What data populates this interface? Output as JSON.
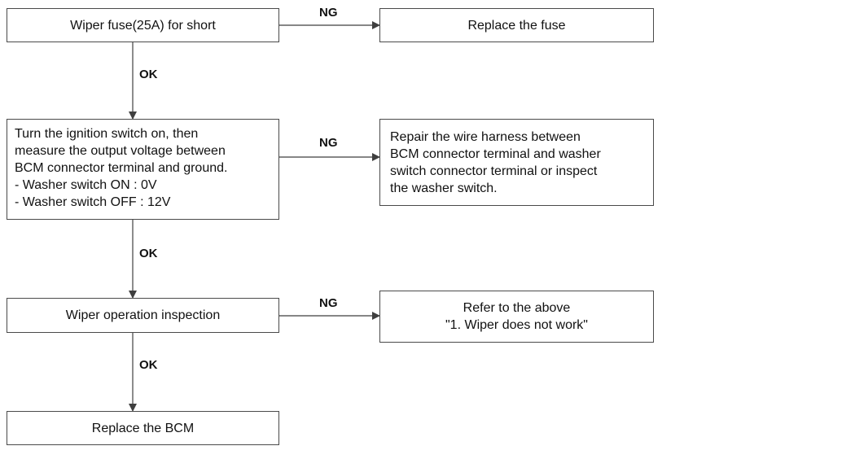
{
  "flowchart": {
    "step1": {
      "text": "Wiper fuse(25A) for short"
    },
    "step1_ng_result": {
      "text": "Replace the fuse"
    },
    "step2": {
      "lines": [
        "Turn the ignition switch on, then",
        "measure the output voltage between",
        "BCM connector terminal and ground.",
        "- Washer switch ON : 0V",
        "- Washer switch OFF : 12V"
      ]
    },
    "step2_ng_result": {
      "lines": [
        "Repair the wire harness between",
        "BCM connector terminal and washer",
        "switch connector terminal or inspect",
        "the washer switch."
      ]
    },
    "step3": {
      "text": "Wiper operation inspection"
    },
    "step3_ng_result": {
      "lines": [
        "Refer to the above",
        "\"1. Wiper does not work\""
      ]
    },
    "step4": {
      "text": "Replace the BCM"
    },
    "labels": {
      "ok": "OK",
      "ng": "NG"
    }
  },
  "colors": {
    "border": "#4a4a4a",
    "text": "#111111",
    "background": "#ffffff"
  }
}
